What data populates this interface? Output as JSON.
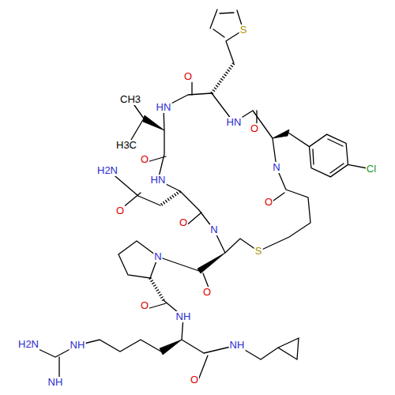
{
  "diagram": {
    "labels": [
      "S",
      "O",
      "CH3",
      "HN",
      "HN",
      "O",
      "H3C",
      "O",
      "N",
      "Cl",
      "H2N",
      "HN",
      "O",
      "O",
      "O",
      "N",
      "S",
      "N",
      "O",
      "O",
      "NH",
      "H2N",
      "NH",
      "NH",
      "O",
      "NH"
    ]
  }
}
